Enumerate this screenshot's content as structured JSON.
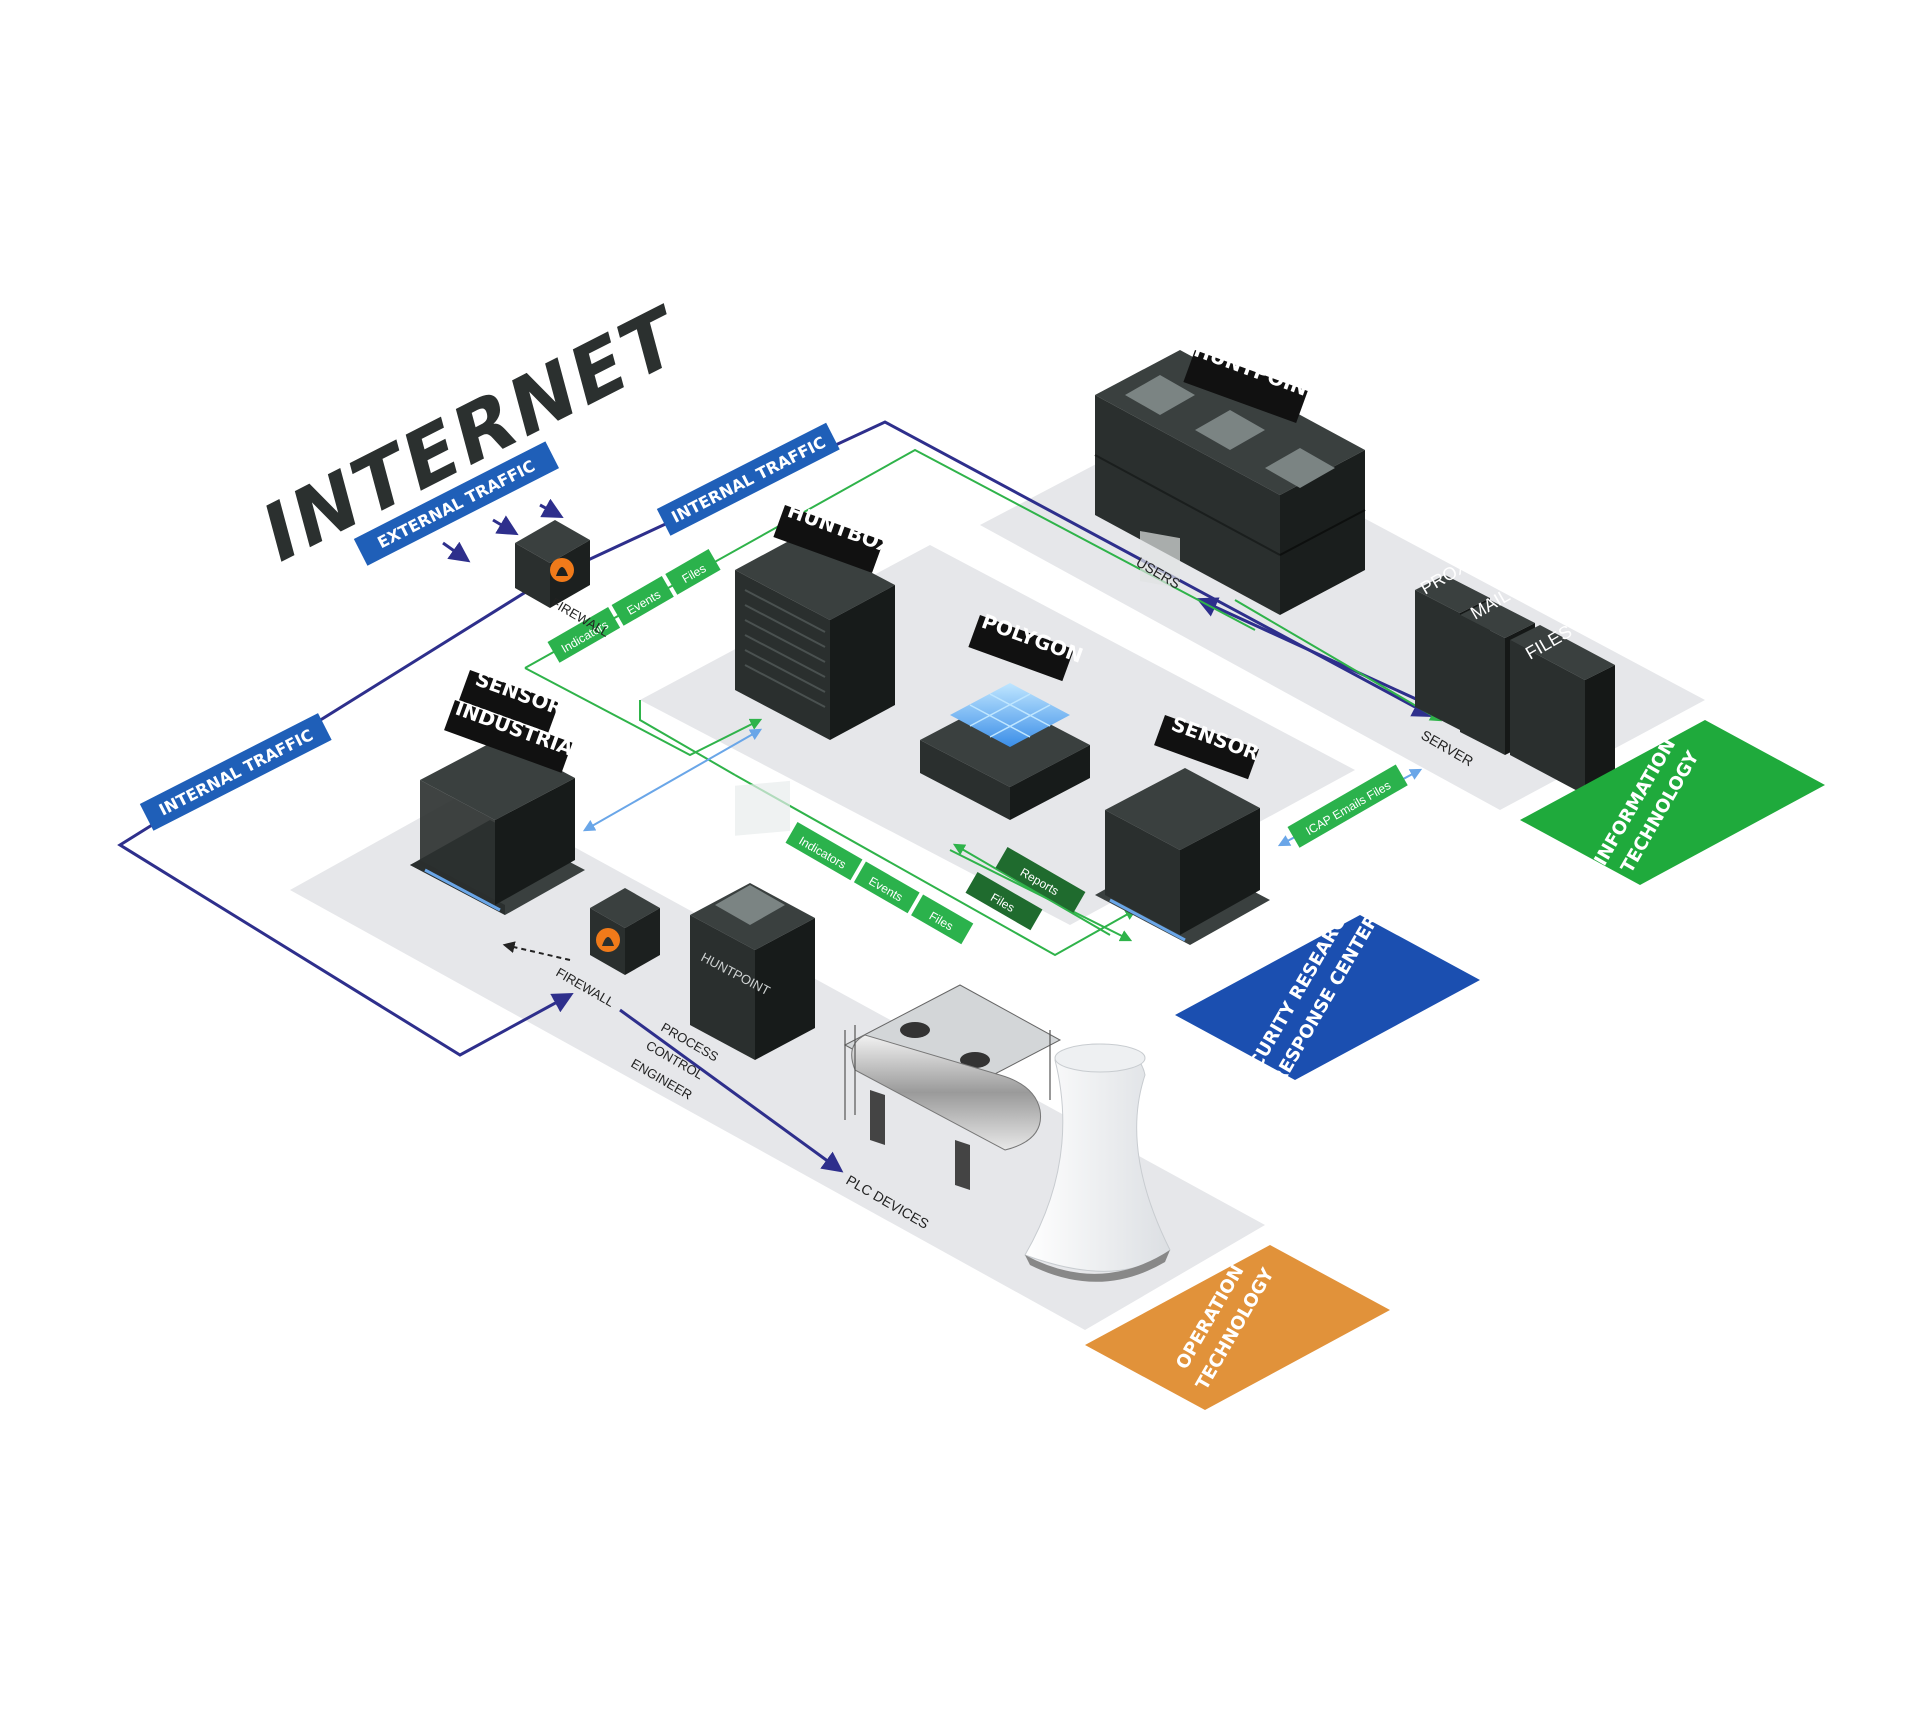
{
  "title": "INTERNET",
  "colors": {
    "platform": "#e6e7ea",
    "dark_box": "#2a2f2e",
    "box_front": "#222726",
    "box_side": "#171b1a",
    "navy": "#2e2f8c",
    "green_line": "#2fb34a",
    "green_tag": "#2bb24c",
    "blue_tag": "#1f5fb8",
    "it_green": "#1faa3c",
    "srrc_blue": "#1b4fb0",
    "ot_orange": "#e1923a",
    "fire_orange": "#f07a1a",
    "light_blue": "#6aa6e8"
  },
  "tags": {
    "external_traffic": "EXTERNAL TRAFFIC",
    "internal_traffic_top": "INTERNAL TRAFFIC",
    "internal_traffic_left": "INTERNAL TRAFFIC"
  },
  "devices": {
    "huntpoint_top": "HUNTPOINT",
    "huntbox": "HUNTBOX",
    "polygon": "POLYGON",
    "sensor_industrial_1": "SENSOR",
    "sensor_industrial_2": "INDUSTRIAL",
    "sensor": "SENSOR",
    "huntpoint_bottom": "HUNTPOINT",
    "servers": [
      "PROXY",
      "MAILS",
      "FILES"
    ]
  },
  "labels": {
    "firewall_top": "FIREWALL",
    "firewall_bottom": "FIREWALL",
    "users": "USERS",
    "server": "SERVER",
    "plc_devices": "PLC DEVICES",
    "process_1": "PROCESS",
    "process_2": "CONTROL",
    "process_3": "ENGINEER"
  },
  "flow_tags_top": [
    "Indicators",
    "Events",
    "Files"
  ],
  "flow_tags_middle": [
    "Indicators",
    "Events",
    "Files"
  ],
  "polygon_tags": [
    "Reports",
    "Files"
  ],
  "icap_tag": "ICAP Emails Files",
  "zones": {
    "it_1": "INFORMATION",
    "it_2": "TECHNOLOGY",
    "srrc_1": "SECURITY RESEARCH",
    "srrc_2": "& RESPONSE CENTER",
    "ot_1": "OPERATION",
    "ot_2": "TECHNOLOGY"
  }
}
